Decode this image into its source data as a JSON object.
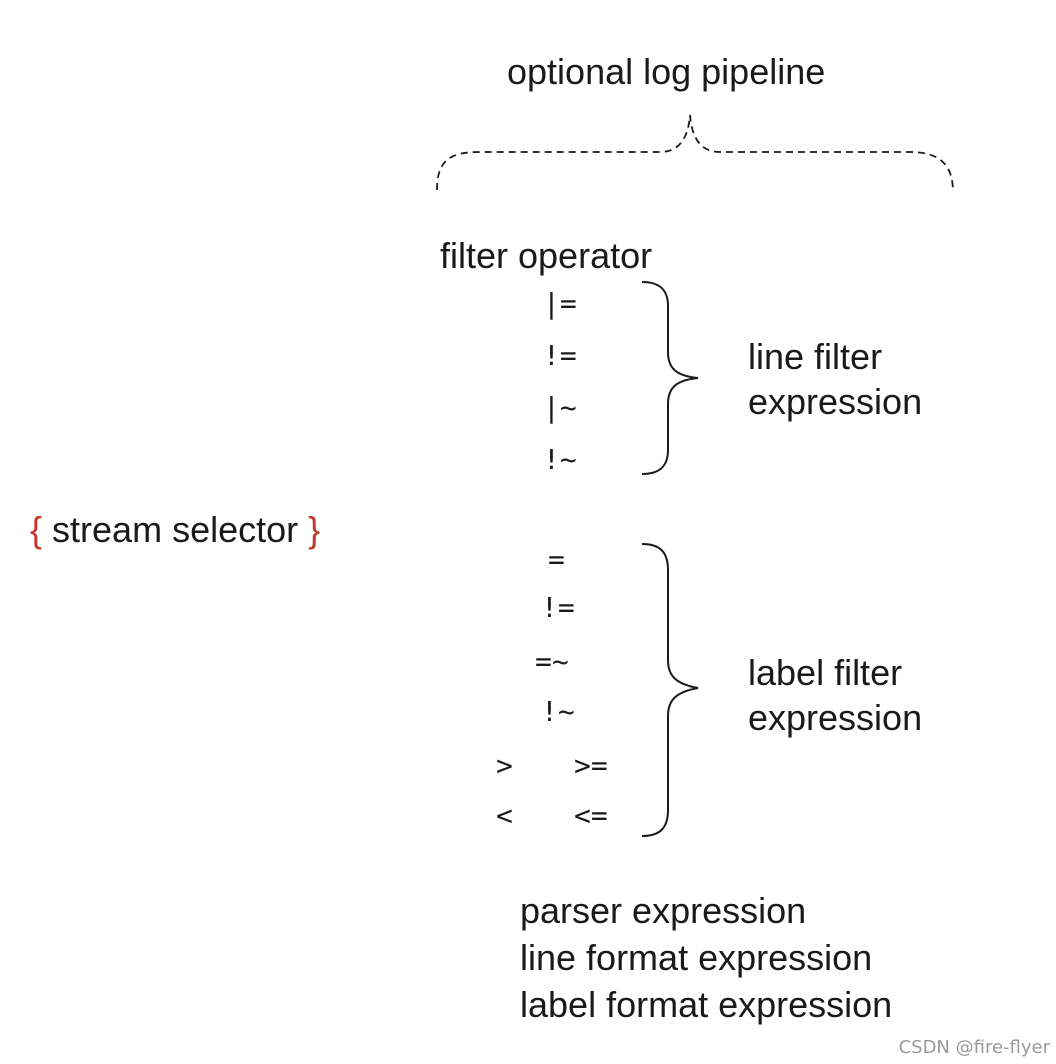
{
  "pipeline_label": "optional log pipeline",
  "filter_operator_heading": "filter operator",
  "line_filter": {
    "operators": [
      "|=",
      "!=",
      "|~",
      "!~"
    ],
    "label_line1": "line filter",
    "label_line2": "expression"
  },
  "stream_selector": {
    "open_brace": "{",
    "text": "stream selector",
    "close_brace": "}"
  },
  "label_filter": {
    "operators": [
      "=",
      "!=",
      "=~",
      "!~",
      ">",
      ">=",
      "<",
      "<="
    ],
    "label_line1": "label filter",
    "label_line2": "expression"
  },
  "other_expressions": [
    "parser expression",
    "line format expression",
    "label format expression"
  ],
  "watermark": "CSDN @fire-flyer",
  "colors": {
    "text": "#1a1a1a",
    "brace_accent": "#c0392b"
  }
}
